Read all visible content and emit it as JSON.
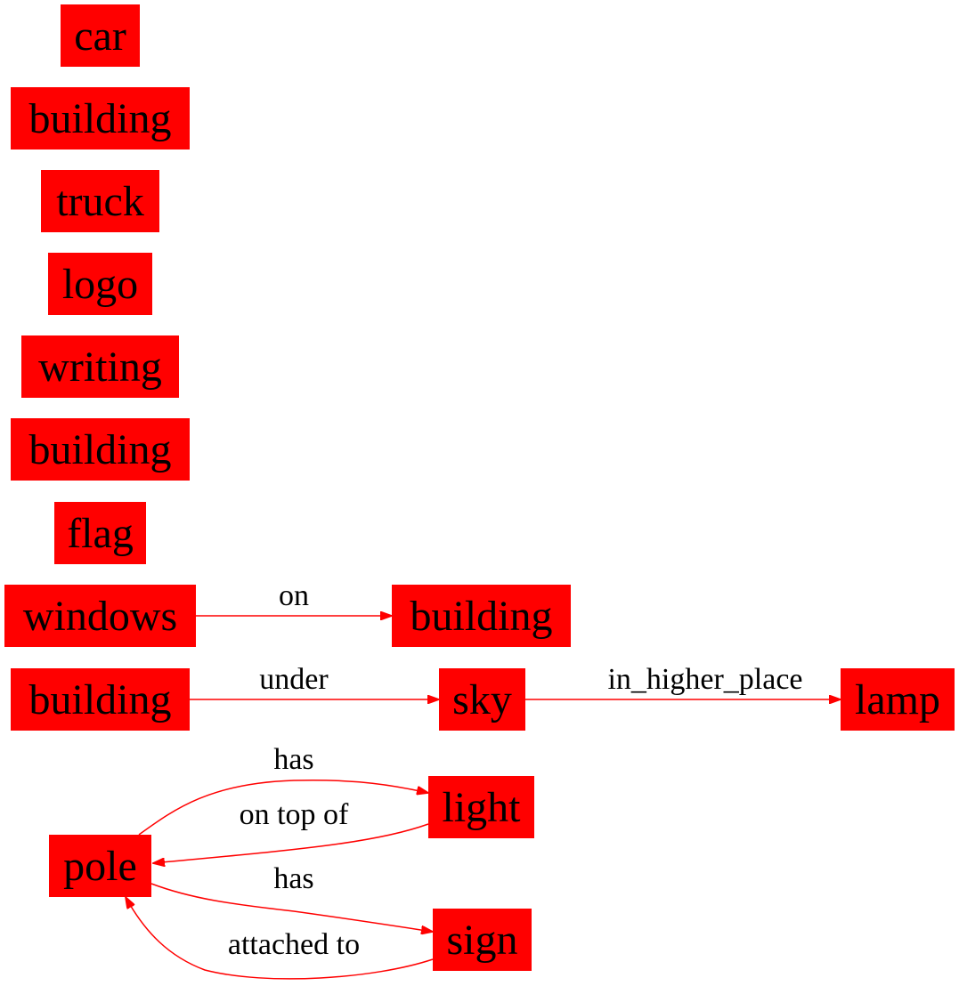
{
  "graph": {
    "nodes": {
      "car": "car",
      "building_1": "building",
      "truck": "truck",
      "logo": "logo",
      "writing": "writing",
      "building_2": "building",
      "flag": "flag",
      "windows": "windows",
      "building_3": "building",
      "building_4": "building",
      "sky": "sky",
      "lamp": "lamp",
      "light": "light",
      "pole": "pole",
      "sign": "sign"
    },
    "edges": {
      "windows_on_building": "on",
      "building_under_sky": "under",
      "sky_in_higher_place_lamp": "in_higher_place",
      "pole_has_light": "has",
      "light_on_top_of_pole": "on top of",
      "pole_has_sign": "has",
      "sign_attached_to_pole": "attached to"
    },
    "colors": {
      "node_fill": "#ff0000",
      "edge": "#ff0000",
      "text": "#000000"
    }
  }
}
